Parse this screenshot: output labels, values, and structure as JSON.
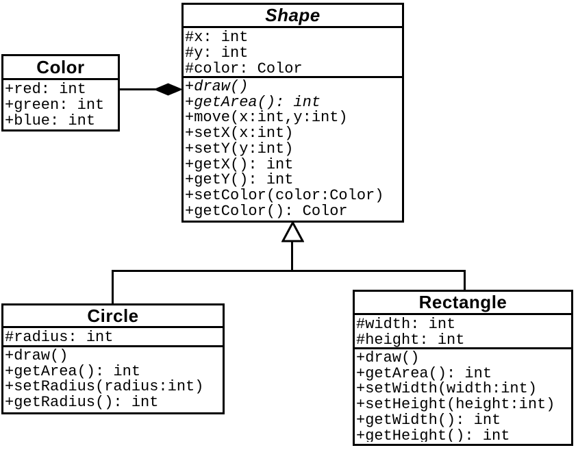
{
  "classes": {
    "shape": {
      "name": "Shape",
      "is_abstract": true,
      "attributes": [
        "#x: int",
        "#y: int",
        "#color: Color"
      ],
      "methods": [
        "+draw()",
        "+getArea(): int",
        "+move(x:int,y:int)",
        "+setX(x:int)",
        "+setY(y:int)",
        "+getX(): int",
        "+getY(): int",
        "+setColor(color:Color)",
        "+getColor(): Color"
      ],
      "abstract_methods": [
        "+draw()",
        "+getArea(): int"
      ]
    },
    "color": {
      "name": "Color",
      "is_abstract": false,
      "attributes": [
        "+red: int",
        "+green: int",
        "+blue: int"
      ],
      "methods": []
    },
    "circle": {
      "name": "Circle",
      "is_abstract": false,
      "attributes": [
        "#radius: int"
      ],
      "methods": [
        "+draw()",
        "+getArea(): int",
        "+setRadius(radius:int)",
        "+getRadius(): int"
      ]
    },
    "rectangle": {
      "name": "Rectangle",
      "is_abstract": false,
      "attributes": [
        "#width: int",
        "#height: int"
      ],
      "methods": [
        "+draw()",
        "+getArea(): int",
        "+setWidth(width:int)",
        "+setHeight(height:int)",
        "+getWidth(): int",
        "+getHeight(): int"
      ]
    }
  },
  "relationships": [
    {
      "type": "composition",
      "owner": "Shape",
      "part": "Color"
    },
    {
      "type": "generalization",
      "parent": "Shape",
      "child": "Circle"
    },
    {
      "type": "generalization",
      "parent": "Shape",
      "child": "Rectangle"
    }
  ],
  "colors": {
    "line": "#000000",
    "fill": "#ffffff",
    "text": "#000000"
  }
}
